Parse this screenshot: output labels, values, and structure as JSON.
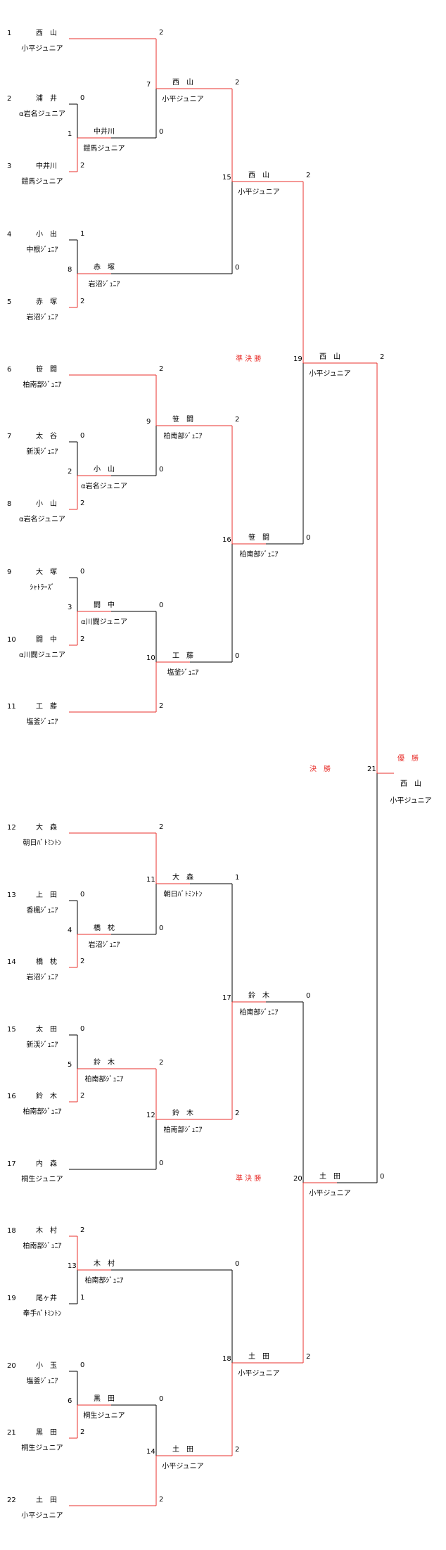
{
  "colors": {
    "win": "#e8302c",
    "lose": "#000000",
    "text": "#000000",
    "label": "#e8302c"
  },
  "players": [
    {
      "num": "1",
      "name": "西　山",
      "club": "小平ジュニア"
    },
    {
      "num": "2",
      "name": "浦　井",
      "club": "α岩名ジュニア"
    },
    {
      "num": "3",
      "name": "中井川",
      "club": "鎧馬ジュニア"
    },
    {
      "num": "4",
      "name": "小　出",
      "club": "中根ｼﾞｭﾆｱ"
    },
    {
      "num": "5",
      "name": "赤　塚",
      "club": "岩沼ｼﾞｭﾆｱ"
    },
    {
      "num": "6",
      "name": "笹　闘",
      "club": "柏南部ｼﾞｭﾆｱ"
    },
    {
      "num": "7",
      "name": "太　谷",
      "club": "新渓ｼﾞｭﾆｱ"
    },
    {
      "num": "8",
      "name": "小　山",
      "club": "α岩名ジュニア"
    },
    {
      "num": "9",
      "name": "大　塚",
      "club": "ｼｬﾄﾗｰｽﾞ"
    },
    {
      "num": "10",
      "name": "闘　中",
      "club": "α川闘ジュニア"
    },
    {
      "num": "11",
      "name": "工　藤",
      "club": "塩釜ｼﾞｭﾆｱ"
    },
    {
      "num": "12",
      "name": "大　森",
      "club": "朝日ﾊﾞﾄﾐﾝﾄﾝ"
    },
    {
      "num": "13",
      "name": "上　田",
      "club": "香楓ｼﾞｭﾆｱ"
    },
    {
      "num": "14",
      "name": "橋　枕",
      "club": "岩沼ｼﾞｭﾆｱ"
    },
    {
      "num": "15",
      "name": "太　田",
      "club": "新渓ｼﾞｭﾆｱ"
    },
    {
      "num": "16",
      "name": "鈴　木",
      "club": "柏南部ｼﾞｭﾆｱ"
    },
    {
      "num": "17",
      "name": "内　森",
      "club": "桐生ジュニア"
    },
    {
      "num": "18",
      "name": "木　村",
      "club": "柏南部ｼﾞｭﾆｱ"
    },
    {
      "num": "19",
      "name": "尾ヶ井",
      "club": "奉手ﾊﾞﾄﾐﾝﾄﾝ"
    },
    {
      "num": "20",
      "name": "小　玉",
      "club": "塩釜ｼﾞｭﾆｱ"
    },
    {
      "num": "21",
      "name": "黒　田",
      "club": "桐生ジュニア"
    },
    {
      "num": "22",
      "name": "土　田",
      "club": "小平ジュニア"
    }
  ],
  "matches": [
    {
      "id": "1",
      "a": "2",
      "b": "3",
      "sa": "0",
      "sb": "2",
      "winner": "b",
      "name": "中井川",
      "club": "鎧馬ジュニア"
    },
    {
      "id": "2",
      "a": "7",
      "b": "8",
      "sa": "0",
      "sb": "2",
      "winner": "b",
      "name": "小　山",
      "club": "α岩名ジュニア"
    },
    {
      "id": "3",
      "a": "9",
      "b": "10",
      "sa": "0",
      "sb": "2",
      "winner": "b",
      "name": "闘　中",
      "club": "α川闘ジュニア"
    },
    {
      "id": "4",
      "a": "13",
      "b": "14",
      "sa": "0",
      "sb": "2",
      "winner": "b",
      "name": "橋　枕",
      "club": "岩沼ｼﾞｭﾆｱ"
    },
    {
      "id": "5",
      "a": "15",
      "b": "16",
      "sa": "0",
      "sb": "2",
      "winner": "b",
      "name": "鈴　木",
      "club": "柏南部ｼﾞｭﾆｱ"
    },
    {
      "id": "6",
      "a": "20",
      "b": "21",
      "sa": "0",
      "sb": "2",
      "winner": "b",
      "name": "黒　田",
      "club": "桐生ジュニア"
    },
    {
      "id": "7",
      "a": "1",
      "b": "m1",
      "sa": "2",
      "sb": "0",
      "winner": "a",
      "name": "西　山",
      "club": "小平ジュニア"
    },
    {
      "id": "8",
      "a": "4",
      "b": "5",
      "sa": "1",
      "sb": "2",
      "winner": "b",
      "name": "赤　塚",
      "club": "岩沼ｼﾞｭﾆｱ"
    },
    {
      "id": "9",
      "a": "6",
      "b": "m2",
      "sa": "2",
      "sb": "0",
      "winner": "a",
      "name": "笹　闘",
      "club": "柏南部ｼﾞｭﾆｱ"
    },
    {
      "id": "10",
      "a": "m3",
      "b": "11",
      "sa": "0",
      "sb": "2",
      "winner": "b",
      "name": "工　藤",
      "club": "塩釜ｼﾞｭﾆｱ"
    },
    {
      "id": "11",
      "a": "12",
      "b": "m4",
      "sa": "2",
      "sb": "0",
      "winner": "a",
      "name": "大　森",
      "club": "朝日ﾊﾞﾄﾐﾝﾄﾝ"
    },
    {
      "id": "12",
      "a": "m5",
      "b": "17",
      "sa": "2",
      "sb": "0",
      "winner": "a",
      "name": "鈴　木",
      "club": "柏南部ｼﾞｭﾆｱ"
    },
    {
      "id": "13",
      "a": "18",
      "b": "19",
      "sa": "2",
      "sb": "1",
      "winner": "a",
      "name": "木　村",
      "club": "柏南部ｼﾞｭﾆｱ"
    },
    {
      "id": "14",
      "a": "m6",
      "b": "22",
      "sa": "0",
      "sb": "2",
      "winner": "b",
      "name": "土　田",
      "club": "小平ジュニア"
    },
    {
      "id": "15",
      "a": "m7",
      "b": "m8",
      "sa": "2",
      "sb": "0",
      "winner": "a",
      "name": "西　山",
      "club": "小平ジュニア"
    },
    {
      "id": "16",
      "a": "m9",
      "b": "m10",
      "sa": "2",
      "sb": "0",
      "winner": "a",
      "name": "笹　闘",
      "club": "柏南部ｼﾞｭﾆｱ"
    },
    {
      "id": "17",
      "a": "m11",
      "b": "m12",
      "sa": "1",
      "sb": "2",
      "winner": "b",
      "name": "鈴　木",
      "club": "柏南部ｼﾞｭﾆｱ"
    },
    {
      "id": "18",
      "a": "m13",
      "b": "m14",
      "sa": "0",
      "sb": "2",
      "winner": "b",
      "name": "土　田",
      "club": "小平ジュニア"
    },
    {
      "id": "19",
      "a": "m15",
      "b": "m16",
      "sa": "2",
      "sb": "0",
      "winner": "a",
      "name": "西　山",
      "club": "小平ジュニア",
      "label": "準 決 勝"
    },
    {
      "id": "20",
      "a": "m17",
      "b": "m18",
      "sa": "0",
      "sb": "2",
      "winner": "b",
      "name": "土　田",
      "club": "小平ジュニア",
      "label": "準 決 勝"
    },
    {
      "id": "21",
      "a": "m19",
      "b": "m20",
      "sa": "2",
      "sb": "0",
      "winner": "a",
      "name": "西　山",
      "club": "小平ジュニア",
      "label": "決　勝"
    }
  ],
  "champion_label": "優　勝"
}
